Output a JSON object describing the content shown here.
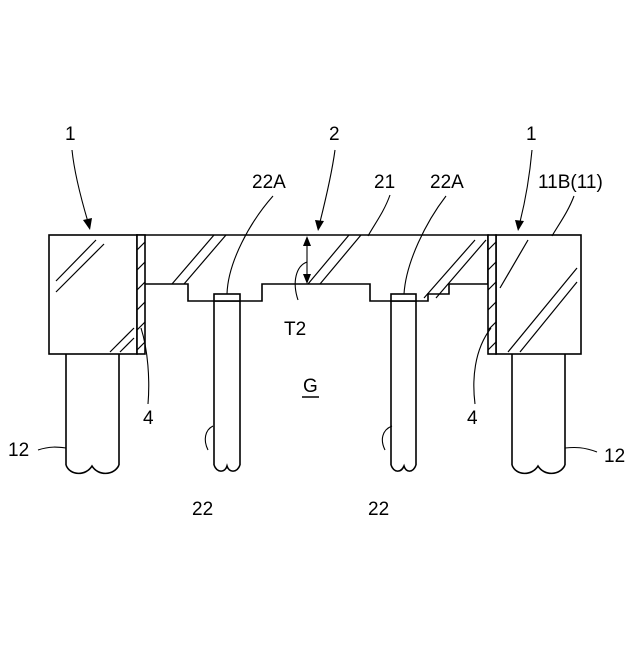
{
  "labels": {
    "block_left": "1",
    "block_right": "1",
    "plate_pointer": "2",
    "plate": "21",
    "tab_left": "22A",
    "tab_right": "22A",
    "block_material": "11B(11)",
    "thickness": "T2",
    "gap": "G",
    "liner_left": "4",
    "liner_right": "4",
    "rod_left": "12",
    "rod_right": "12",
    "pin_left": "22",
    "pin_right": "22"
  }
}
